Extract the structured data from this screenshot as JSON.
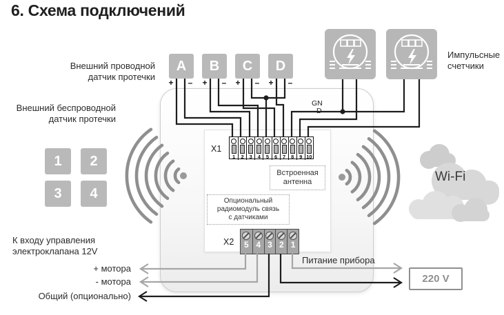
{
  "title": "6. Схема подключений",
  "labels": {
    "wired_sensor": [
      "Внешний проводной",
      "датчик протечки"
    ],
    "wireless_sensor": [
      "Внешний беспроводной",
      "датчик протечки"
    ],
    "valve": [
      "К входу управления",
      "электроклапана 12V"
    ],
    "motor_plus": "+ мотора",
    "motor_minus": "- мотора",
    "common": "Общий (опционально)",
    "power": "Питание прибора",
    "counters": [
      "Импульсные",
      "счетчики"
    ],
    "wifi": "Wi-Fi",
    "voltage": "220 V",
    "gnd": [
      "GN",
      "D"
    ]
  },
  "wired_sensors": [
    "A",
    "B",
    "C",
    "D"
  ],
  "polarity": {
    "plus": "+",
    "minus": "–"
  },
  "wireless_sensors": [
    "1",
    "2",
    "3",
    "4"
  ],
  "device": {
    "x1_label": "X1",
    "x1_terminals": [
      "1",
      "2",
      "3",
      "4",
      "5",
      "6",
      "7",
      "8",
      "9",
      "10"
    ],
    "x2_label": "X2",
    "x2_terminals": [
      "5",
      "4",
      "3",
      "2",
      "1"
    ],
    "antenna_note": [
      "Встроенная",
      "антенна"
    ],
    "radio_note": [
      "Опциональный",
      "радиомодуль связь",
      "с датчиками"
    ]
  },
  "colors": {
    "wire_black": "#1d1d1d",
    "wire_gray": "#a6a6a6",
    "box_gray": "#b9b9b9",
    "voltage_gray": "#8f8f8f",
    "cloud_gray": "#d8d8d8",
    "signal_gray": "#8f8f8f"
  }
}
